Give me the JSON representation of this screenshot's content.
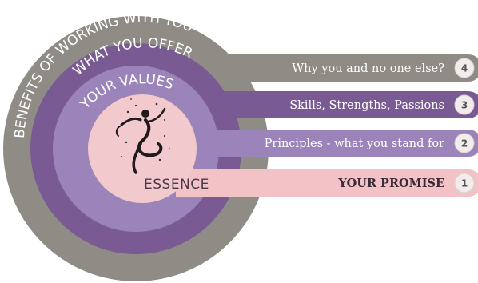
{
  "rings": {
    "outer": "BENEFITS OF WORKING WITH YOU",
    "second": "WHAT YOU OFFER",
    "third": "YOUR VALUES",
    "core": "ESSENCE"
  },
  "bars": [
    {
      "number": "4",
      "label": "Why you and no one else?"
    },
    {
      "number": "3",
      "label": "Skills, Strengths, Passions"
    },
    {
      "number": "2",
      "label": "Principles - what you stand for"
    },
    {
      "number": "1",
      "label": "YOUR PROMISE"
    }
  ],
  "colors": {
    "outer_ring": "#8f8b85",
    "second_ring": "#7a5a92",
    "third_ring": "#9b84b9",
    "core": "#f2c9cd",
    "promise_bar": "#f3c2c7",
    "badge": "#f3ecec"
  },
  "figure_icon": "dancing-figure-icon"
}
